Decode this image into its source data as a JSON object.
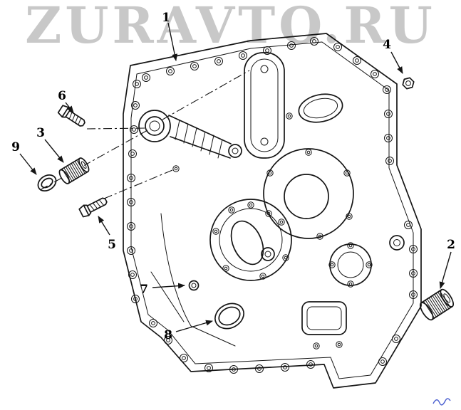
{
  "watermark": {
    "text": "ZURAVTO.RU",
    "color": "#c8c8c8"
  },
  "diagram": {
    "type": "exploded-parts-line-drawing",
    "line_color": "#151515",
    "callouts": [
      {
        "label": "1"
      },
      {
        "label": "2"
      },
      {
        "label": "3"
      },
      {
        "label": "4"
      },
      {
        "label": "5"
      },
      {
        "label": "6"
      },
      {
        "label": "7"
      },
      {
        "label": "8"
      },
      {
        "label": "9"
      }
    ]
  },
  "corner_mark": {
    "icon": "signature-icon",
    "color": "#4a5fd0"
  }
}
